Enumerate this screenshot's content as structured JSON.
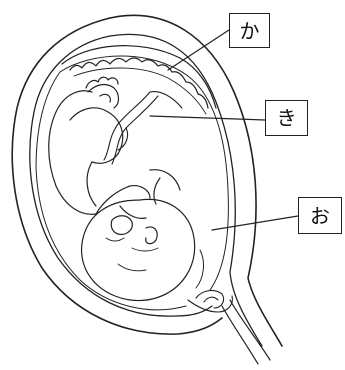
{
  "labels": {
    "ka": "か",
    "ki": "き",
    "o": "お"
  },
  "colors": {
    "line": "#222222",
    "background": "#ffffff"
  },
  "icons": {
    "uterus": "uterus-outline",
    "fetus": "fetus-drawing",
    "placenta": "placenta-shape",
    "umbilical_cord": "umbilical-cord",
    "amniotic_fluid": "amniotic-fluid-region"
  }
}
